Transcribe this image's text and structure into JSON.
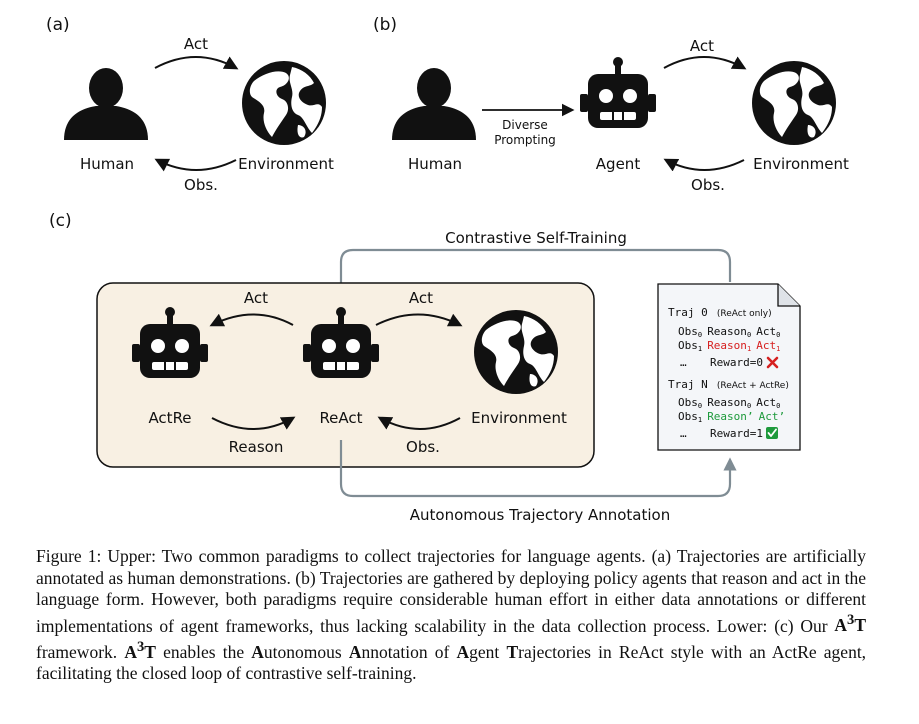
{
  "panels": {
    "a": {
      "tag": "(a)",
      "human": "Human",
      "environment": "Environment",
      "act": "Act",
      "obs": "Obs."
    },
    "b": {
      "tag": "(b)",
      "human": "Human",
      "prompting_1": "Diverse",
      "prompting_2": "Prompting",
      "agent": "Agent",
      "environment": "Environment",
      "act": "Act",
      "obs": "Obs."
    },
    "c": {
      "tag": "(c)",
      "top_loop": "Contrastive Self-Training",
      "bottom_loop": "Autonomous Trajectory Annotation",
      "actre": "ActRe",
      "react": "ReAct",
      "environment": "Environment",
      "act_left": "Act",
      "act_right": "Act",
      "reason": "Reason",
      "obs": "Obs."
    }
  },
  "doc": {
    "traj0": {
      "title": "Traj 0",
      "note": "(ReAct only)",
      "obs0": "Obs",
      "obs1": "Obs",
      "reason0": "Reason",
      "act0": "Act",
      "reason1": "Reason",
      "act1": "Act",
      "dots": "…",
      "reward": "Reward=0"
    },
    "trajN": {
      "title": "Traj N",
      "note": "(ReAct + ActRe)",
      "obs0": "Obs",
      "obs1": "Obs",
      "reason0": "Reason",
      "act0": "Act",
      "reason1": "Reason’",
      "act1": "Act’",
      "dots": "…",
      "reward": "Reward=1"
    },
    "sub0": "0",
    "sub1": "1",
    "fail_icon": "cross-mark-icon",
    "pass_icon": "check-mark-icon"
  },
  "caption": {
    "part1": "Figure 1: Upper: Two common paradigms to collect trajectories for language agents. (a) Trajectories are artificially annotated as human demonstrations. (b) Trajectories are gathered by deploying policy agents that reason and act in the language form. However, both paradigms require considerable human effort in either data annotations or different implementations of agent frameworks, thus lacking scalability in the data collection process. Lower: (c) Our",
    "a3t_1": "A",
    "a3t_1_sup": "3",
    "a3t_1_t": "T",
    "part2": "framework.",
    "a3t_2": "A",
    "a3t_2_sup": "3",
    "a3t_2_t": "T",
    "part3": "enables the",
    "w1b": "A",
    "w1": "utonomous",
    "w2b": "A",
    "w2": "nnotation of",
    "w3b": "A",
    "w3": "gent",
    "w4b": "T",
    "w4": "rajectories in ReAct style with an ActRe agent, facilitating the closed loop of contrastive self-training."
  },
  "colors": {
    "panel_bg": "#f8f0e3",
    "arrow_gray": "#7f8c94",
    "doc_bg": "#f4f6f9",
    "red": "#d62020",
    "green": "#1e9a3c"
  }
}
